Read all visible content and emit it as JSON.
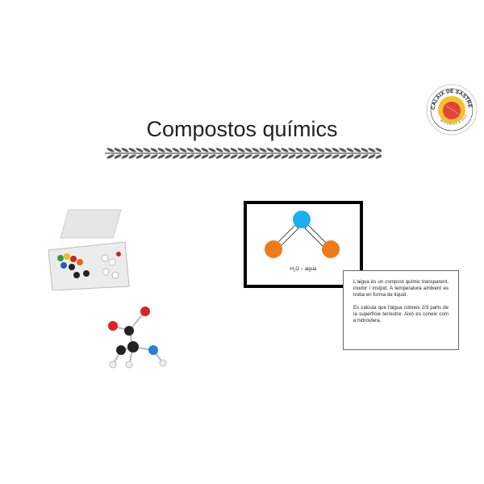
{
  "title": "Compostos químics",
  "logo": {
    "top_text": "CALAIX DE SASTRE",
    "bottom_text": "MATERIAL A GOGO"
  },
  "molecule": {
    "formula": "H",
    "subscript": "2",
    "rest": "O – aigua",
    "colors": {
      "oxygen": "#1ab0ef",
      "hydrogen": "#f07a1a"
    }
  },
  "info": {
    "paragraphs": [
      "L'aigua és un compost químic transparent, inodor i insípid. A temperatura ambient es troba en forma de líquid.",
      "Es calcula que l'aigua cobreix 2/3 parts de la superfície terrestre. Això es coneix com a hidrosfera."
    ]
  }
}
